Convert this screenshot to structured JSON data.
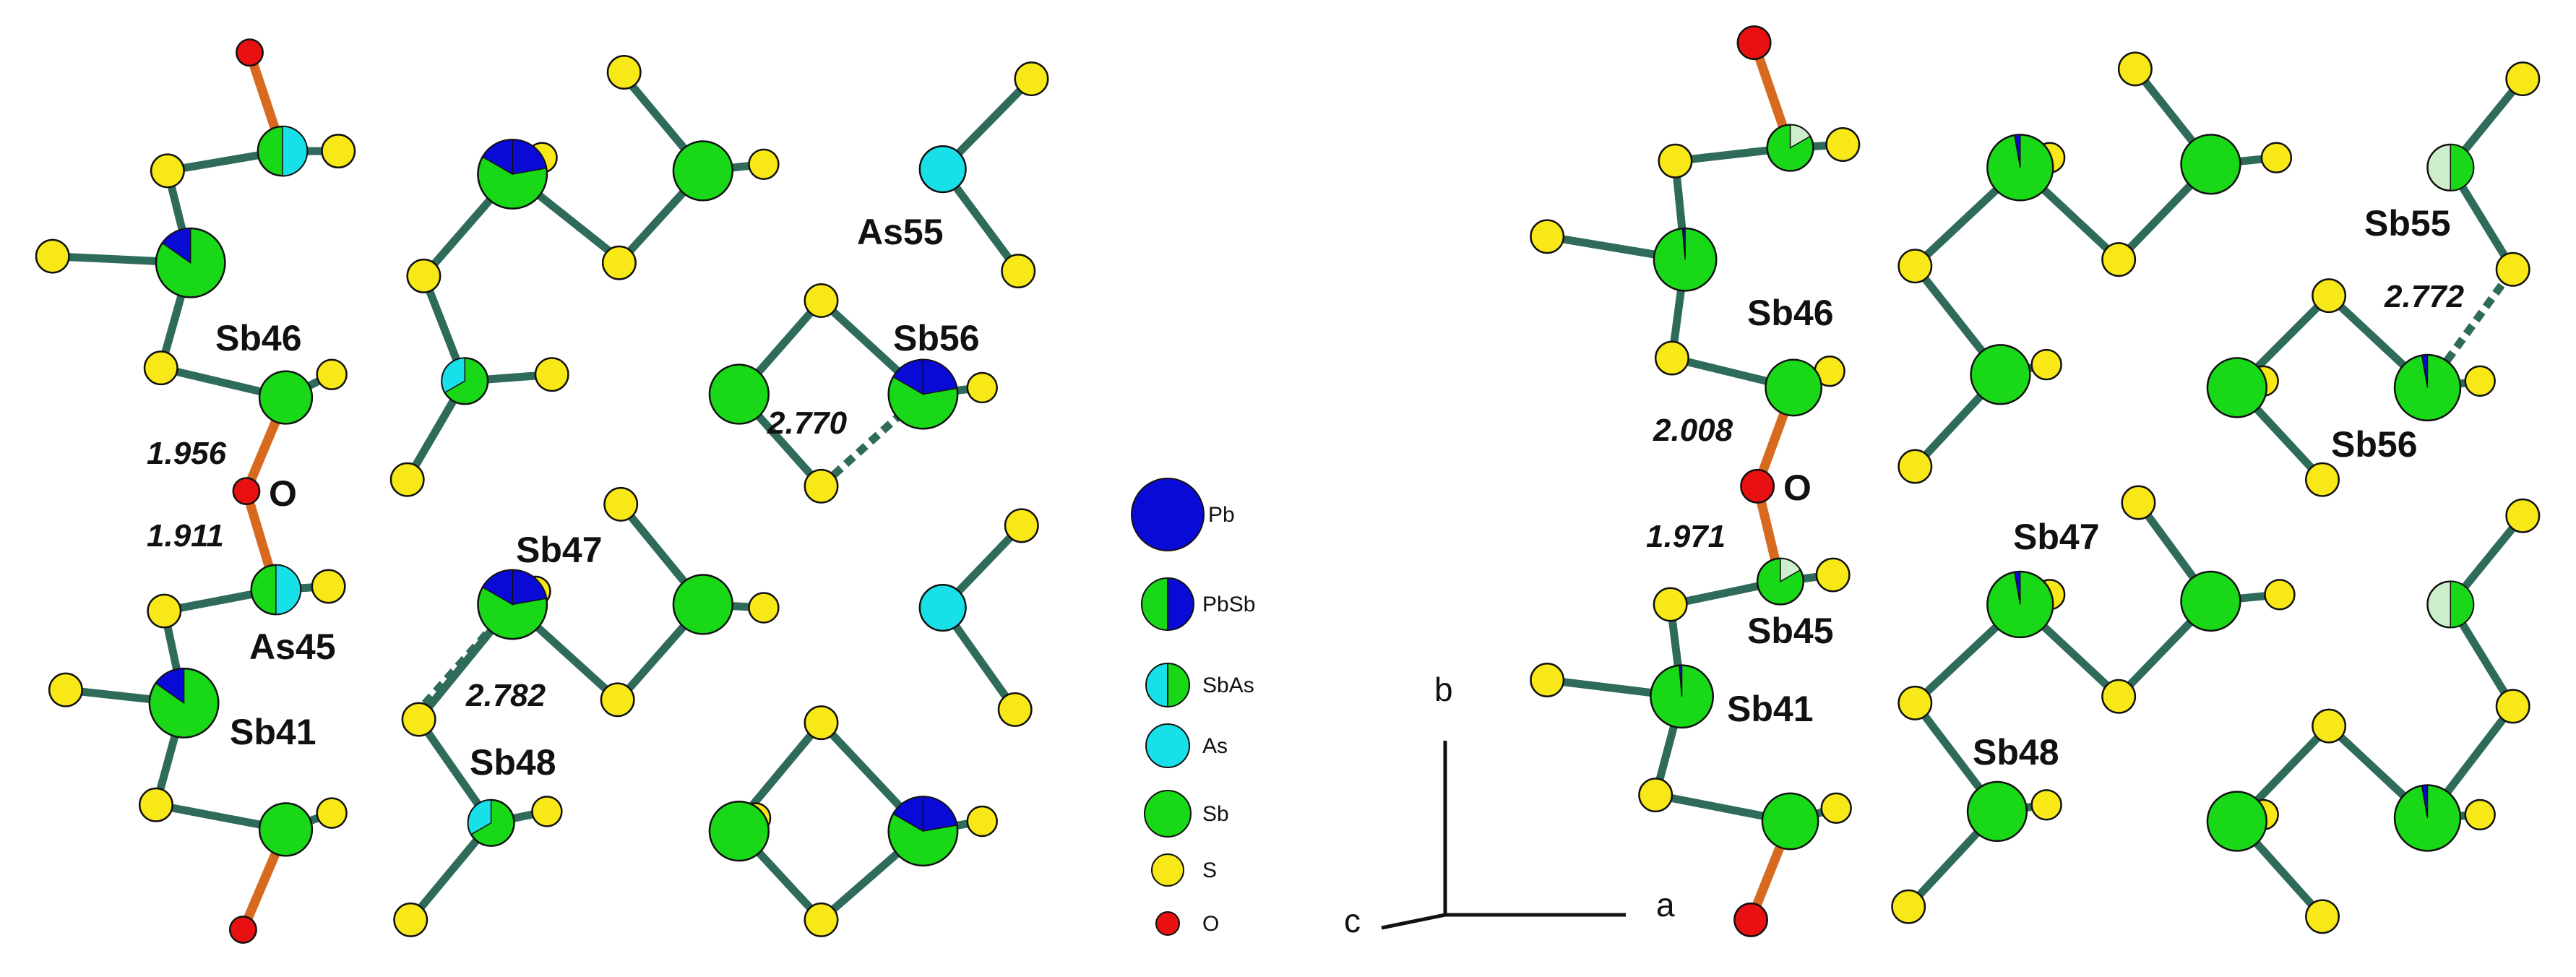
{
  "colors": {
    "bond": "#2f6b5b",
    "pb": "#0a0ad6",
    "sb": "#18d818",
    "as": "#18e0e8",
    "s": "#f8e818",
    "o": "#e81010",
    "ob": "#d86a20",
    "sbL": "#cdeecb"
  },
  "left_panel": {
    "labels": {
      "sb46": "Sb46",
      "o": "O",
      "as45": "As45",
      "sb41": "Sb41",
      "sb47": "Sb47",
      "sb48": "Sb48",
      "as55": "As55",
      "sb56": "Sb56"
    },
    "distances": {
      "d1": "1.956",
      "d2": "1.911",
      "d3": "2.782",
      "d4": "2.770"
    }
  },
  "right_panel": {
    "labels": {
      "sb46": "Sb46",
      "o": "O",
      "sb45": "Sb45",
      "sb41": "Sb41",
      "sb47": "Sb47",
      "sb48": "Sb48",
      "sb55": "Sb55",
      "sb56": "Sb56"
    },
    "distances": {
      "d1": "2.008",
      "d2": "1.971",
      "d3": "2.772"
    }
  },
  "legend": {
    "items": [
      {
        "label": "Pb",
        "icon": "pb-icon"
      },
      {
        "label": "PbSb",
        "icon": "pbsb-icon"
      },
      {
        "label": "SbAs",
        "icon": "sbas-icon"
      },
      {
        "label": "As",
        "icon": "as-icon"
      },
      {
        "label": "Sb",
        "icon": "sb-icon"
      },
      {
        "label": "S",
        "icon": "s-icon"
      },
      {
        "label": "O",
        "icon": "o-icon"
      }
    ]
  },
  "axes": {
    "a": "a",
    "b": "b",
    "c": "c"
  }
}
